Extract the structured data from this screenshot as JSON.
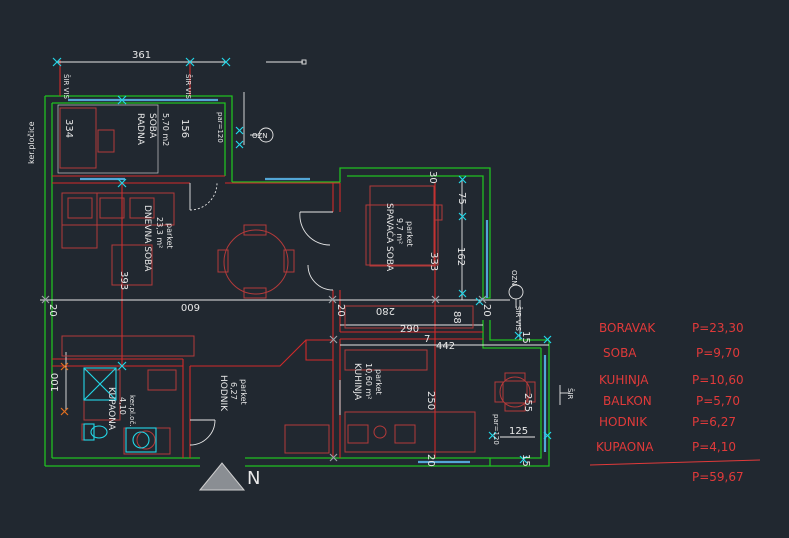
{
  "colors": {
    "background": "#212830",
    "wall_green": "#21c021",
    "wall_red": "#d22a2a",
    "dimension_white": "#e6e6e6",
    "marker_cyan": "#23d7e8",
    "window_cyan": "#53a6d6",
    "furniture_red": "#b33a3a",
    "legend_red": "#e03a3a"
  },
  "dimensions": {
    "top_width": "361",
    "living_width": "600",
    "living_height": "393",
    "study_height_left": "334",
    "study_height_right": "156",
    "bedroom_height": "333",
    "bedroom_window": "162",
    "bedroom_75": "75",
    "bedroom_30": "30",
    "left_20": "20",
    "mid_20": "20",
    "right_20": "20",
    "width_280": "280",
    "width_290": "290",
    "width_442": "442",
    "kitchen_250": "250",
    "kitchen_255": "255",
    "kitchen_125": "125",
    "right_15": "15",
    "bottom_15": "15",
    "dim_7": "7",
    "dim_88": "88",
    "bath_100": "100",
    "bottom_20": "20"
  },
  "labels": {
    "ker_ploce": "ker.pločice",
    "sir_vis_a": "ŠIR VIS",
    "sir_vis_b": "ŠIR VIS",
    "sir_vis_c": "ŠIR VIS",
    "sir_vis_d": "ŠIR",
    "par_120_top": "par=120",
    "par_120_bottom": "par=120",
    "ozn_top": "OZN",
    "ozn_right": "OZN",
    "north": "N"
  },
  "rooms": {
    "radna_name1": "RADNA",
    "radna_name2": "SOBA",
    "radna_area": "5,70  m2",
    "dnevna_name": "DNEVNA SOBA",
    "dnevna_area": "23,3 m²",
    "dnevna_floor": "parket",
    "spavaca_name": "SPAVAĆA SOBA",
    "spavaca_area": "9,7 m²",
    "spavaca_floor": "parket",
    "kupaona_name": "KUPAONA",
    "kupaona_area": "4,10",
    "kupaona_floor": "ker.pl.oč.",
    "hodnik_name": "HODNIK",
    "hodnik_area": "6,27",
    "hodnik_floor": "parket",
    "kuhinja_name": "KUHINJA",
    "kuhinja_area": "10,60 m²",
    "kuhinja_floor": "parket"
  },
  "legend": {
    "rows": [
      {
        "name": "BORAVAK",
        "value": "P=23,30"
      },
      {
        "name": "SOBA",
        "value": "P=9,70"
      },
      {
        "name": "KUHINJA",
        "value": "P=10,60"
      },
      {
        "name": "BALKON",
        "value": "P=5,70"
      },
      {
        "name": "HODNIK",
        "value": "P=6,27"
      },
      {
        "name": "KUPAONA",
        "value": "P=4,10"
      }
    ],
    "total": "P=59,67"
  }
}
